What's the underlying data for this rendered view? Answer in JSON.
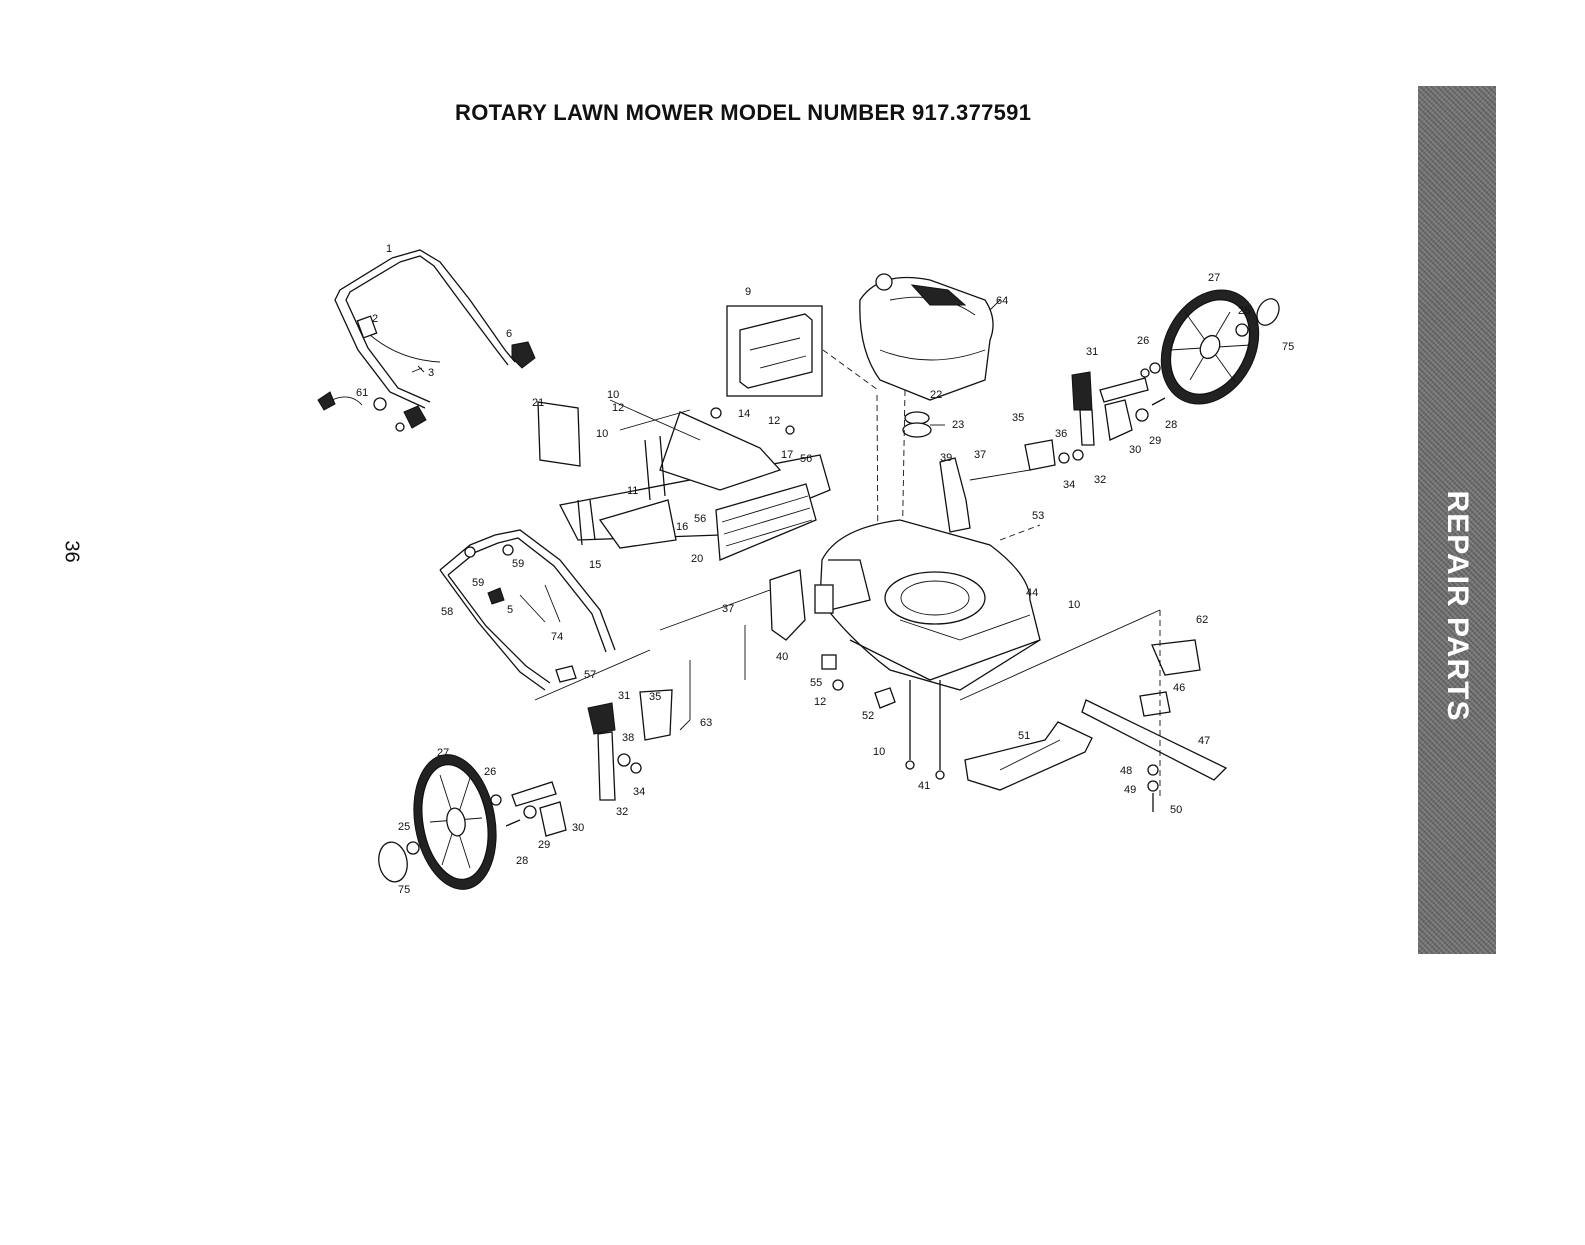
{
  "title": "ROTARY LAWN MOWER MODEL NUMBER 917.377591",
  "page_number": "36",
  "side_tab": "REPAIR PARTS",
  "callouts": [
    {
      "id": "c1",
      "label": "1"
    },
    {
      "id": "c2",
      "label": "2"
    },
    {
      "id": "c3",
      "label": "3"
    },
    {
      "id": "c6",
      "label": "6"
    },
    {
      "id": "c61",
      "label": "61"
    },
    {
      "id": "c21",
      "label": "21"
    },
    {
      "id": "c10a",
      "label": "10"
    },
    {
      "id": "c12a",
      "label": "12"
    },
    {
      "id": "c10b",
      "label": "10"
    },
    {
      "id": "c14",
      "label": "14"
    },
    {
      "id": "c12b",
      "label": "12"
    },
    {
      "id": "c17",
      "label": "17"
    },
    {
      "id": "c56a",
      "label": "56"
    },
    {
      "id": "c11",
      "label": "11"
    },
    {
      "id": "c16",
      "label": "16"
    },
    {
      "id": "c56b",
      "label": "56"
    },
    {
      "id": "c20",
      "label": "20"
    },
    {
      "id": "c15",
      "label": "15"
    },
    {
      "id": "c9",
      "label": "9"
    },
    {
      "id": "c64",
      "label": "64"
    },
    {
      "id": "c22",
      "label": "22"
    },
    {
      "id": "c23",
      "label": "23"
    },
    {
      "id": "c39",
      "label": "39"
    },
    {
      "id": "c37a",
      "label": "37"
    },
    {
      "id": "c35a",
      "label": "35"
    },
    {
      "id": "c36a",
      "label": "36"
    },
    {
      "id": "c34a",
      "label": "34"
    },
    {
      "id": "c32a",
      "label": "32"
    },
    {
      "id": "c31a",
      "label": "31"
    },
    {
      "id": "c26a",
      "label": "26"
    },
    {
      "id": "c27a",
      "label": "27"
    },
    {
      "id": "c25a",
      "label": "25"
    },
    {
      "id": "c75a",
      "label": "75"
    },
    {
      "id": "c28a",
      "label": "28"
    },
    {
      "id": "c29a",
      "label": "29"
    },
    {
      "id": "c30a",
      "label": "30"
    },
    {
      "id": "c53",
      "label": "53"
    },
    {
      "id": "c44",
      "label": "44"
    },
    {
      "id": "c10c",
      "label": "10"
    },
    {
      "id": "c59a",
      "label": "59"
    },
    {
      "id": "c59b",
      "label": "59"
    },
    {
      "id": "c58",
      "label": "58"
    },
    {
      "id": "c5",
      "label": "5"
    },
    {
      "id": "c74",
      "label": "74"
    },
    {
      "id": "c57",
      "label": "57"
    },
    {
      "id": "c37b",
      "label": "37"
    },
    {
      "id": "c40",
      "label": "40"
    },
    {
      "id": "c55",
      "label": "55"
    },
    {
      "id": "c12c",
      "label": "12"
    },
    {
      "id": "c63",
      "label": "63"
    },
    {
      "id": "c52",
      "label": "52"
    },
    {
      "id": "c10d",
      "label": "10"
    },
    {
      "id": "c41",
      "label": "41"
    },
    {
      "id": "c51",
      "label": "51"
    },
    {
      "id": "c62",
      "label": "62"
    },
    {
      "id": "c46",
      "label": "46"
    },
    {
      "id": "c47",
      "label": "47"
    },
    {
      "id": "c48",
      "label": "48"
    },
    {
      "id": "c49",
      "label": "49"
    },
    {
      "id": "c50",
      "label": "50"
    },
    {
      "id": "c31b",
      "label": "31"
    },
    {
      "id": "c35b",
      "label": "35"
    },
    {
      "id": "c38b",
      "label": "38"
    },
    {
      "id": "c34b",
      "label": "34"
    },
    {
      "id": "c32b",
      "label": "32"
    },
    {
      "id": "c27b",
      "label": "27"
    },
    {
      "id": "c26b",
      "label": "26"
    },
    {
      "id": "c30b",
      "label": "30"
    },
    {
      "id": "c29b",
      "label": "29"
    },
    {
      "id": "c28b",
      "label": "28"
    },
    {
      "id": "c25b",
      "label": "25"
    },
    {
      "id": "c75b",
      "label": "75"
    }
  ]
}
